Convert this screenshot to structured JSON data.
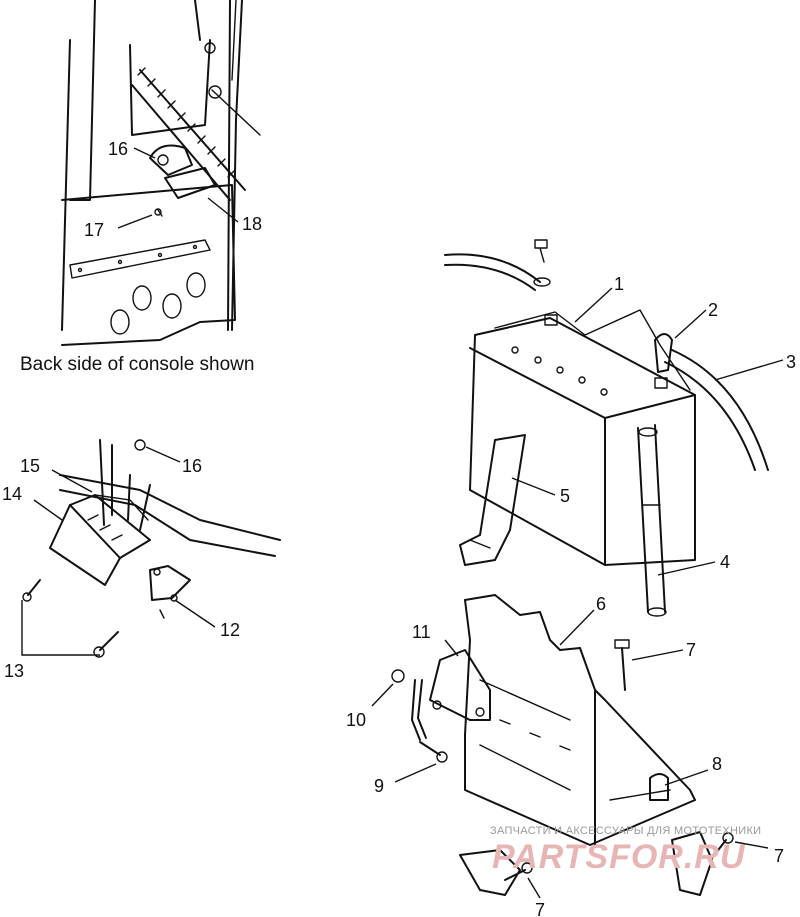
{
  "caption": "Back side of console shown",
  "callouts": {
    "c1": "1",
    "c2": "2",
    "c3": "3",
    "c4": "4",
    "c5": "5",
    "c6": "6",
    "c7a": "7",
    "c7b": "7",
    "c7c": "7",
    "c8": "8",
    "c9": "9",
    "c10": "10",
    "c11": "11",
    "c12": "12",
    "c13": "13",
    "c14": "14",
    "c15": "15",
    "c16a": "16",
    "c16b": "16",
    "c17": "17",
    "c18": "18"
  },
  "watermark": {
    "small": "ЗАПЧАСТИ И АКСЕССУАРЫ ДЛЯ МОТОТЕХНИКИ",
    "big": "PARTSFOR.RU"
  }
}
